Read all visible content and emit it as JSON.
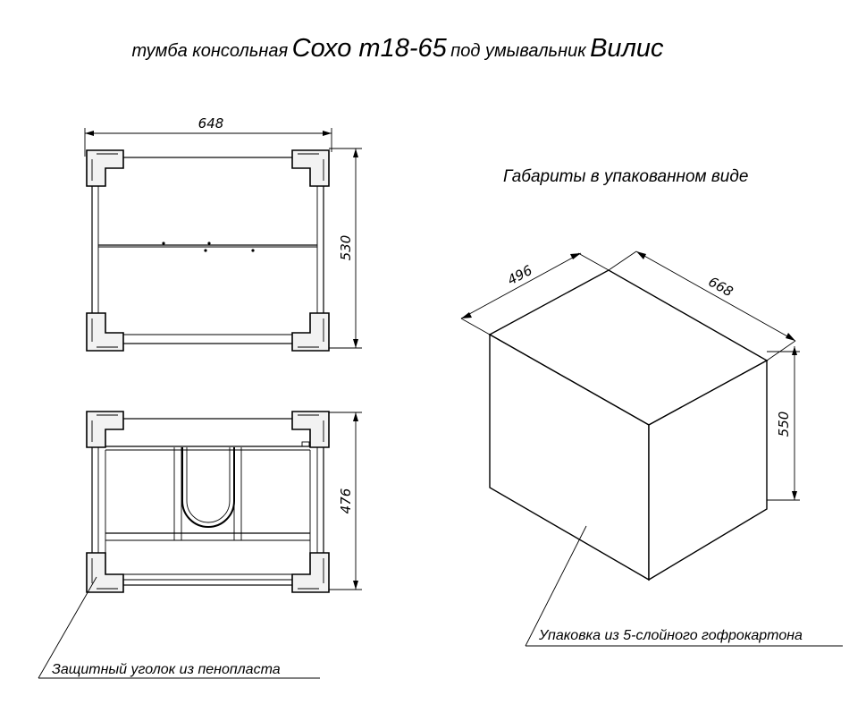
{
  "title": {
    "part1": "тумба консольная",
    "part2": "Сохо т18-65",
    "part3": "под умывальник",
    "part4": "Вилис"
  },
  "top_view": {
    "width_dim": "648",
    "depth_dim": "530"
  },
  "front_view": {
    "height_dim": "476"
  },
  "package": {
    "title": "Габариты в упакованном виде",
    "width_dim": "496",
    "length_dim": "668",
    "height_dim": "550",
    "material_note": "Упаковка из 5-слойного гофрокартона"
  },
  "corner_note": "Защитный уголок из пенопласта"
}
